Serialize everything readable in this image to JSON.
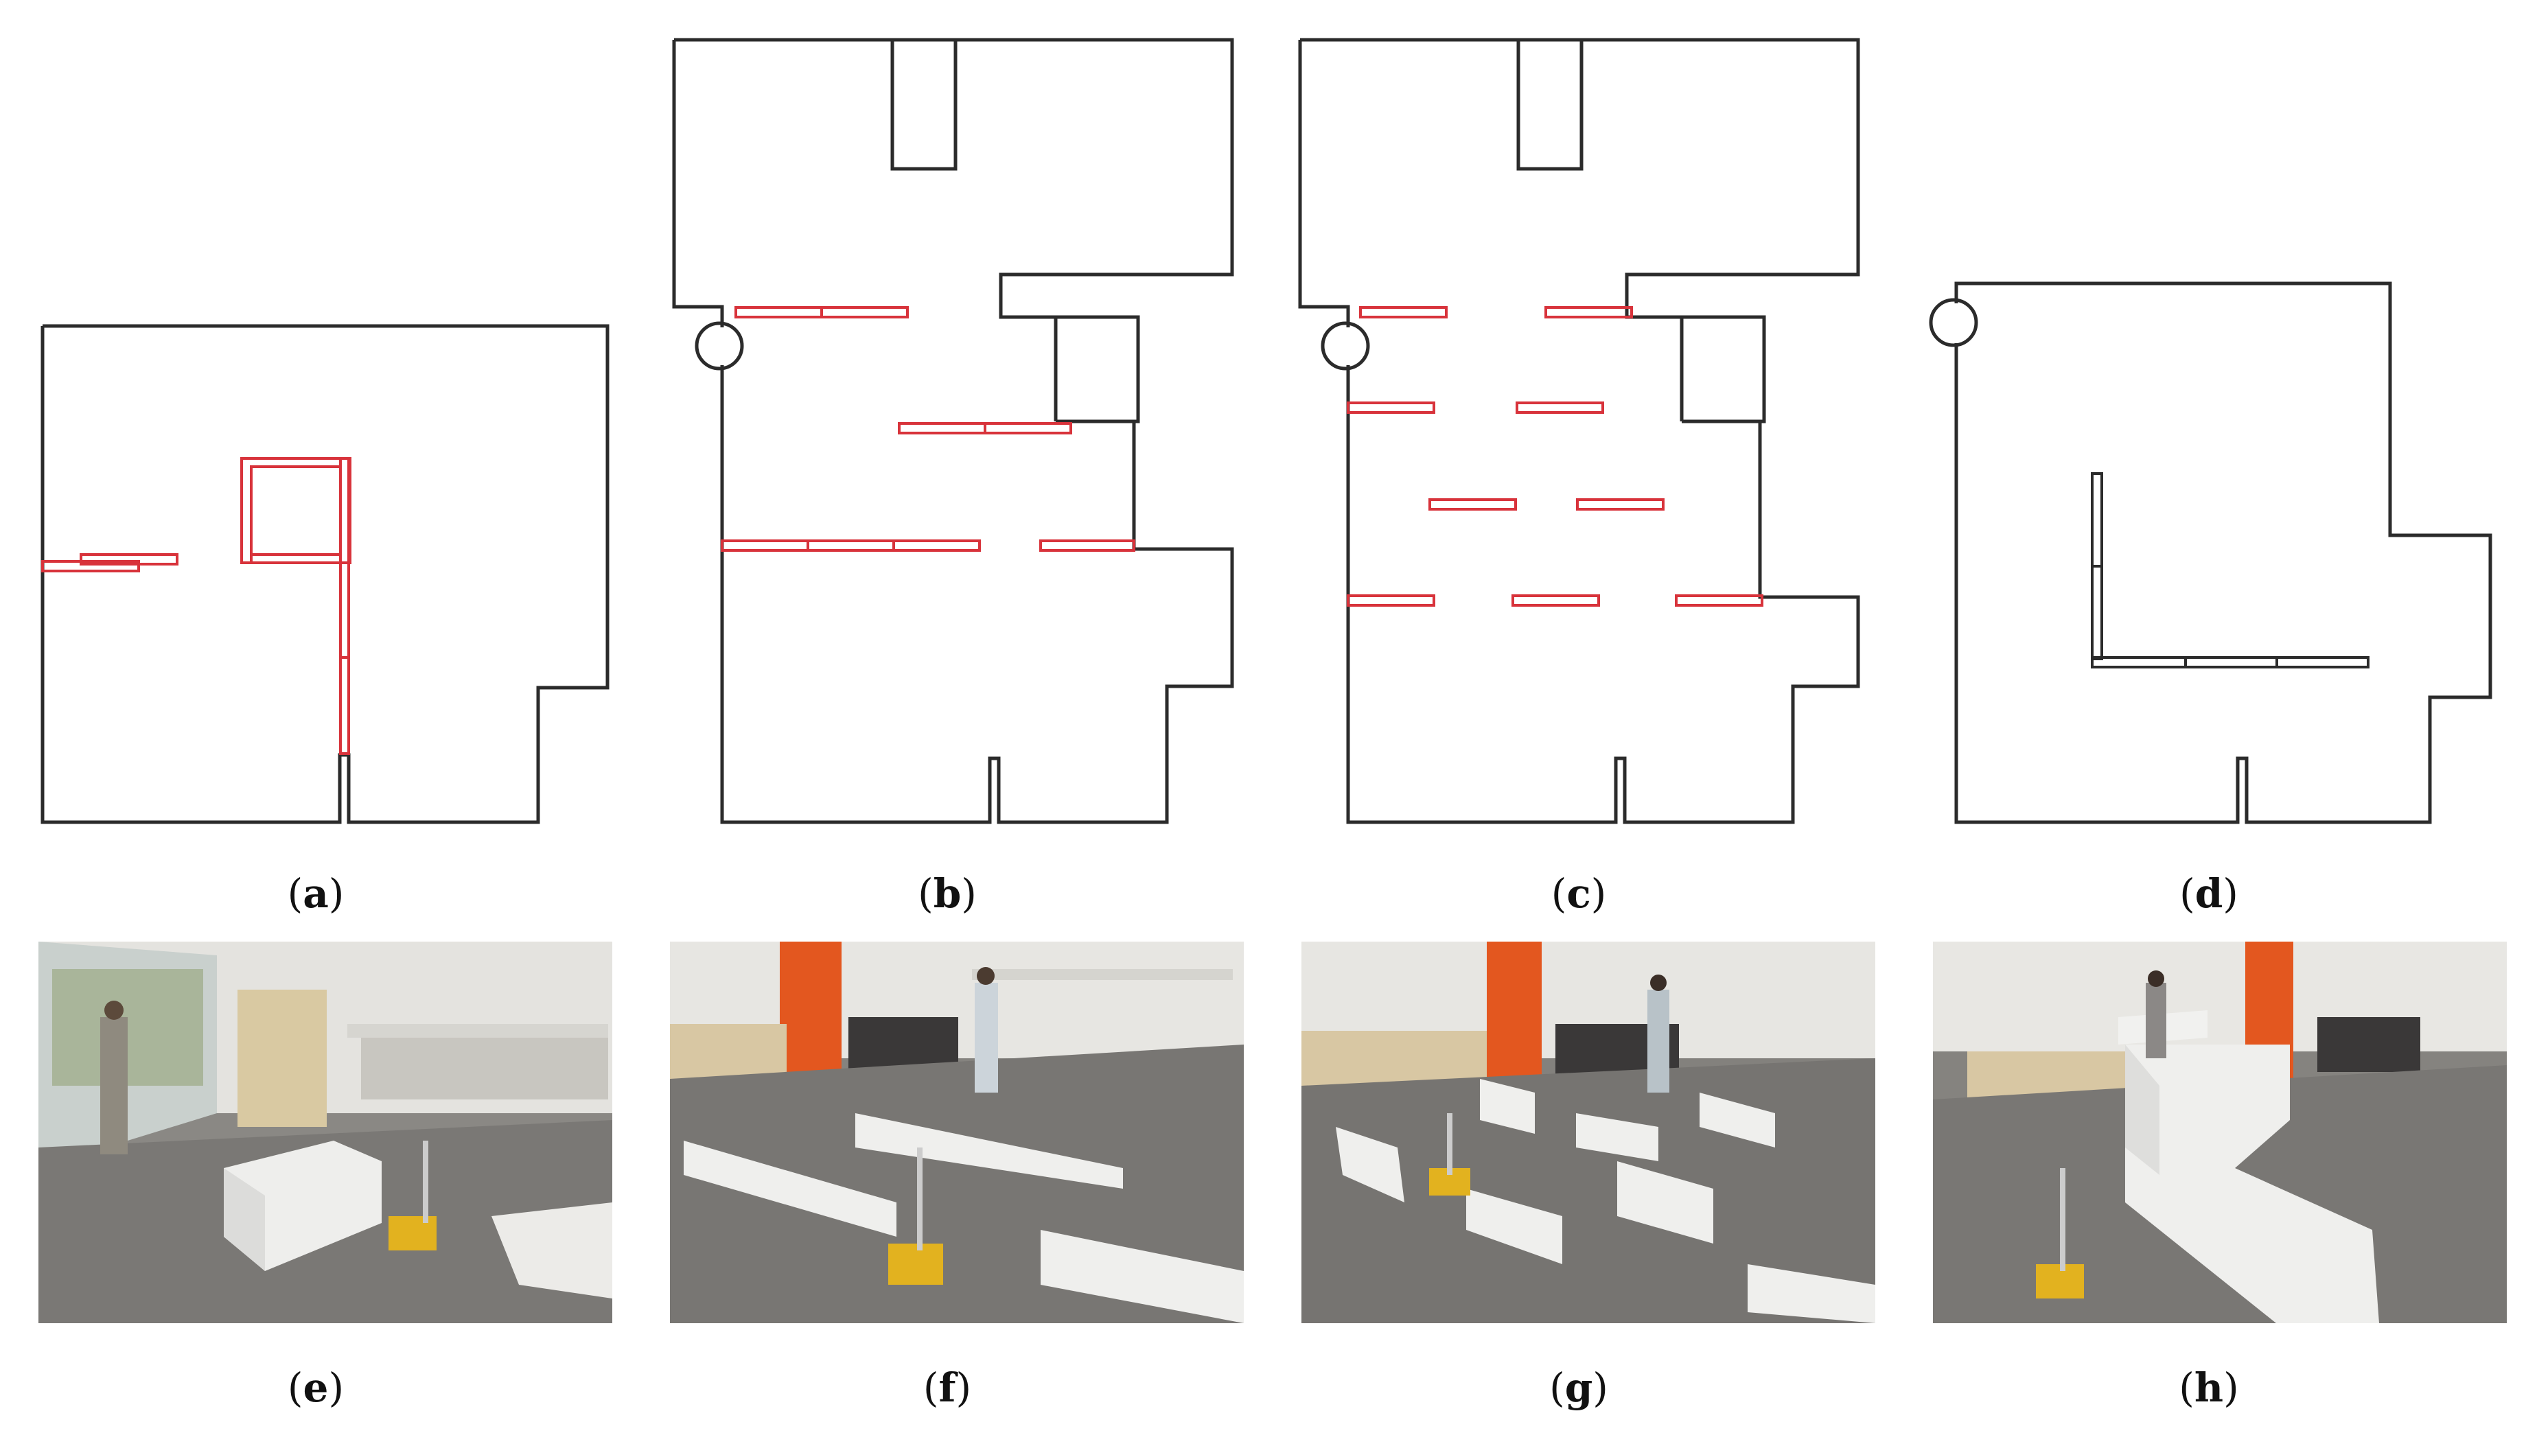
{
  "figure": {
    "colors": {
      "wall": "#2b2b2b",
      "obstacle": "#d8333b"
    },
    "panels": [
      {
        "id": "a",
        "label": "a",
        "kind": "floor-plan"
      },
      {
        "id": "b",
        "label": "b",
        "kind": "floor-plan"
      },
      {
        "id": "c",
        "label": "c",
        "kind": "floor-plan"
      },
      {
        "id": "d",
        "label": "d",
        "kind": "floor-plan"
      },
      {
        "id": "e",
        "label": "e",
        "kind": "photo"
      },
      {
        "id": "f",
        "label": "f",
        "kind": "photo"
      },
      {
        "id": "g",
        "label": "g",
        "kind": "photo"
      },
      {
        "id": "h",
        "label": "h",
        "kind": "photo"
      }
    ]
  }
}
